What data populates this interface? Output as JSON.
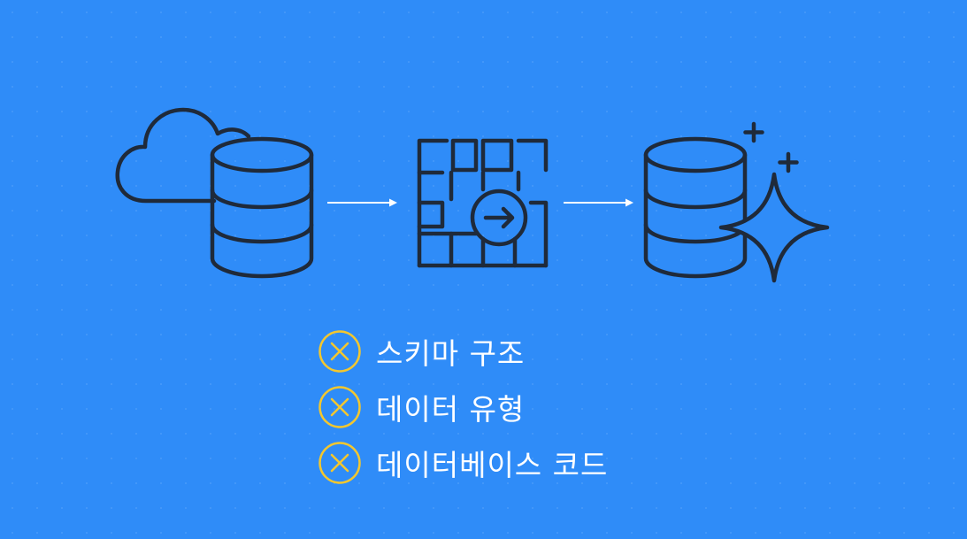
{
  "checklist": {
    "items": [
      {
        "label": "스키마 구조"
      },
      {
        "label": "데이터 유형"
      },
      {
        "label": "데이터베이스 코드"
      }
    ]
  },
  "colors": {
    "background": "#2f8cf8",
    "icon_stroke": "#1f2a3a",
    "arrow": "#ffffff",
    "x_mark": "#f3c72e",
    "text": "#ffffff"
  },
  "icons": {
    "source": [
      "cloud-icon",
      "database-icon"
    ],
    "middle": "grid-transform-icon",
    "target": [
      "database-icon",
      "sparkle-icon"
    ],
    "checklist_marker": "circle-x-icon"
  }
}
